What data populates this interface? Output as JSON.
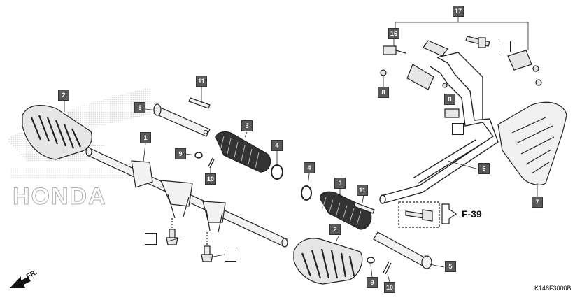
{
  "diagram": {
    "logo_text": "HONDA",
    "reference_label": "F-39",
    "diagram_code": "K148F3000B",
    "front_indicator": "FR.",
    "callouts": [
      "1",
      "2",
      "3",
      "4",
      "5",
      "6",
      "7",
      "8",
      "9",
      "10",
      "11",
      "16",
      "17"
    ],
    "colors": {
      "callout_fill": "#5a5a5a",
      "callout_text": "#ffffff",
      "line": "#222222",
      "part_fill": "#e6e6e6",
      "dots": "#b5b5b5"
    }
  }
}
